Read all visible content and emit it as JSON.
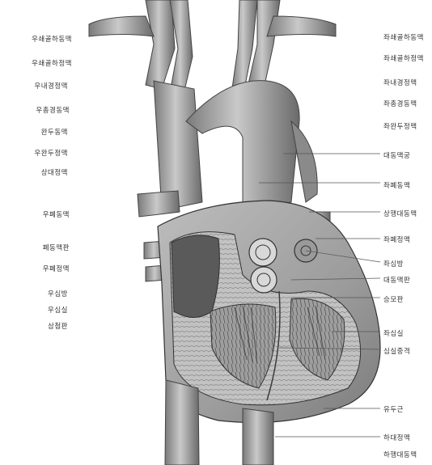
{
  "diagram": {
    "left_labels": [
      "우쇄골하동맥",
      "우쇄골하정맥",
      "우내경정맥",
      "우총경동맥",
      "완두동맥",
      "우완두정맥",
      "상대정맥",
      "우폐동맥",
      "폐동맥판",
      "우폐정맥",
      "우심방",
      "우심실",
      "삼첨판"
    ],
    "right_labels": [
      "좌쇄골하동맥",
      "좌쇄골하정맥",
      "좌내경정맥",
      "좌총경동맥",
      "좌완두정맥",
      "대동맥궁",
      "좌폐동맥",
      "상행대동맥",
      "좌폐정맥",
      "좌심방",
      "대동맥판",
      "승모판",
      "좌심실",
      "심실중격",
      "유두근",
      "하대정맥",
      "하행대동맥"
    ],
    "colors": {
      "vessel": "#9a9a9a",
      "vessel_dark": "#6e6e6e",
      "vessel_light": "#c4c4c4",
      "chamber": "#5a5a5a",
      "muscle": "#b8b8b8",
      "outline": "#3a3a3a",
      "leader_line": "#555555"
    }
  }
}
